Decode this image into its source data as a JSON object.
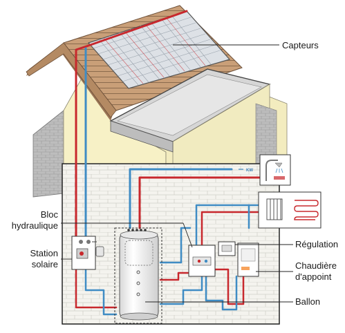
{
  "labels": {
    "capteurs": "Capteurs",
    "bloc_line1": "Bloc",
    "bloc_line2": "hydraulique",
    "station_line1": "Station",
    "station_line2": "solaire",
    "regulation": "Régulation",
    "chaudiere_line1": "Chaudière",
    "chaudiere_line2": "d'appoint",
    "ballon": "Ballon",
    "kw": "KW"
  },
  "colors": {
    "hot_pipe": "#c8282d",
    "cold_pipe": "#3f8cc4",
    "wall": "#f4f3ee",
    "brick_line": "#c9c9c3",
    "house_wall": "#f7f1c6",
    "roof": "#c9a07a",
    "roof_dark": "#8a6a4d",
    "collector": "#d9dde2",
    "grey_wall": "#c4c4c4"
  }
}
